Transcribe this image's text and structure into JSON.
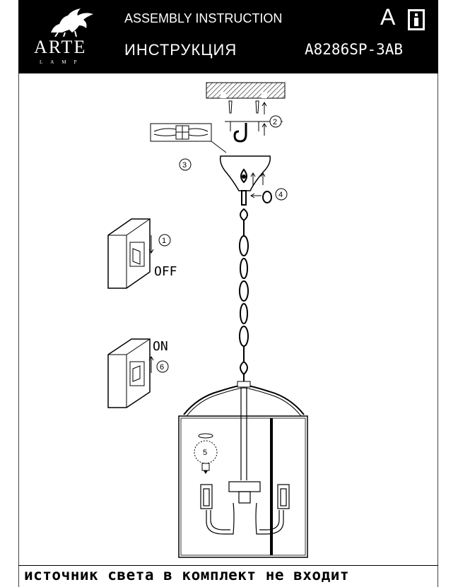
{
  "header": {
    "brand": "ARTE",
    "brand_sub": "LAMP",
    "title_en": "ASSEMBLY INSTRUCTION",
    "title_ru": "ИНСТРУКЦИЯ",
    "model": "A8286SP-3AB",
    "class_letter": "A",
    "info_icon": "info-book-icon"
  },
  "steps": [
    "1",
    "2",
    "3",
    "4",
    "5",
    "6"
  ],
  "switch_off_label": "OFF",
  "switch_on_label": "ON",
  "footer": {
    "note": "источник света в комплект не входит"
  }
}
